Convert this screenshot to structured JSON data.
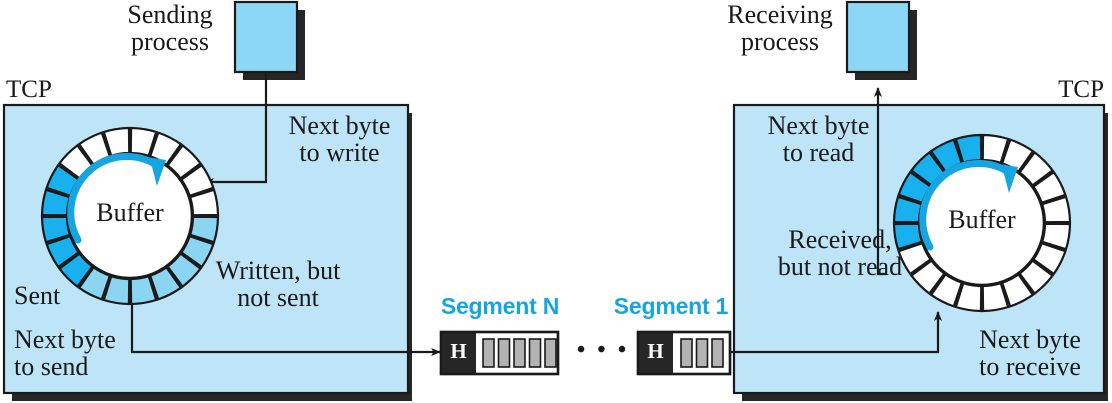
{
  "diagram": {
    "title": "TCP sending and receiving buffers with segments",
    "colors": {
      "tcp_box_fill": "#bee4f7",
      "process_fill": "#8bd7f5",
      "shadow": "#262626",
      "arrow_cyan": "#16a5e0",
      "segment_label": "#16a5e0",
      "sent_dark_blue": "#18b0ef",
      "written_light_blue": "#8bd5f2",
      "cell_empty": "#ffffff",
      "header_fill": "#262626",
      "data_cell_fill": "#b3b3b3",
      "outline": "#1a1a1a"
    },
    "left": {
      "tcp_label": "TCP",
      "process_label": "Sending\nprocess",
      "buffer_label": "Buffer",
      "next_byte_to_write": "Next byte\nto write",
      "next_byte_to_send": "Next byte\nto send",
      "sent_label": "Sent",
      "written_label": "Written, but\nnot sent",
      "ring": {
        "total_cells": 20,
        "sent_cells": 5,
        "written_cells": 7,
        "empty_cells": 8
      }
    },
    "right": {
      "tcp_label": "TCP",
      "process_label": "Receiving\nprocess",
      "buffer_label": "Buffer",
      "next_byte_to_read": "Next byte\nto read",
      "next_byte_to_receive": "Next byte\nto receive",
      "received_label": "Received,\nbut not read",
      "ring": {
        "total_cells": 20,
        "received_cells": 6,
        "empty_cells": 14
      }
    },
    "middle": {
      "segment_n_label": "Segment N",
      "segment_1_label": "Segment 1",
      "header_letter": "H",
      "segment_n_data_cells": 5,
      "segment_1_data_cells": 3,
      "ellipsis": "• • •"
    }
  }
}
